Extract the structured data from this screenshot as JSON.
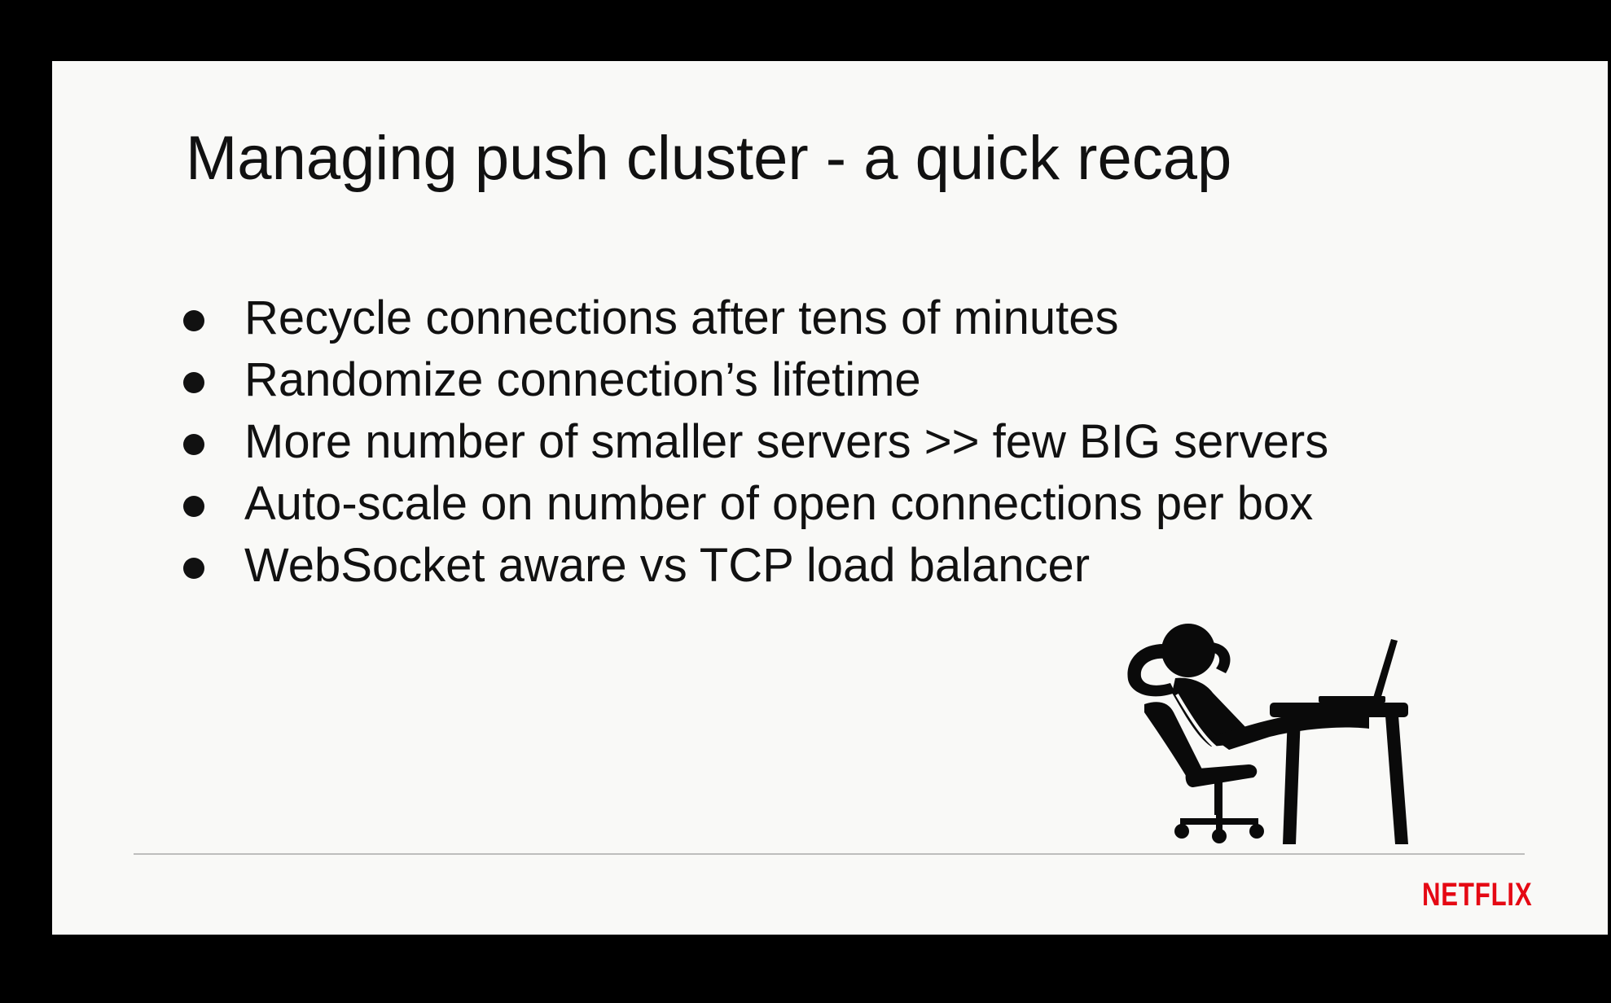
{
  "slide": {
    "title": "Managing push cluster - a quick recap",
    "bullets": [
      "Recycle connections after tens of minutes",
      "Randomize connection’s lifetime",
      "More number of smaller servers >> few BIG servers",
      "Auto-scale on number of open connections per box",
      "WebSocket aware vs TCP load balancer"
    ],
    "logo": "NETFLIX",
    "illustration_icon": "relaxed-person-at-desk-icon"
  },
  "colors": {
    "background": "#000000",
    "slide_background": "#f9f9f7",
    "text": "#111111",
    "logo": "#e50914",
    "divider": "#bdbdbd"
  }
}
